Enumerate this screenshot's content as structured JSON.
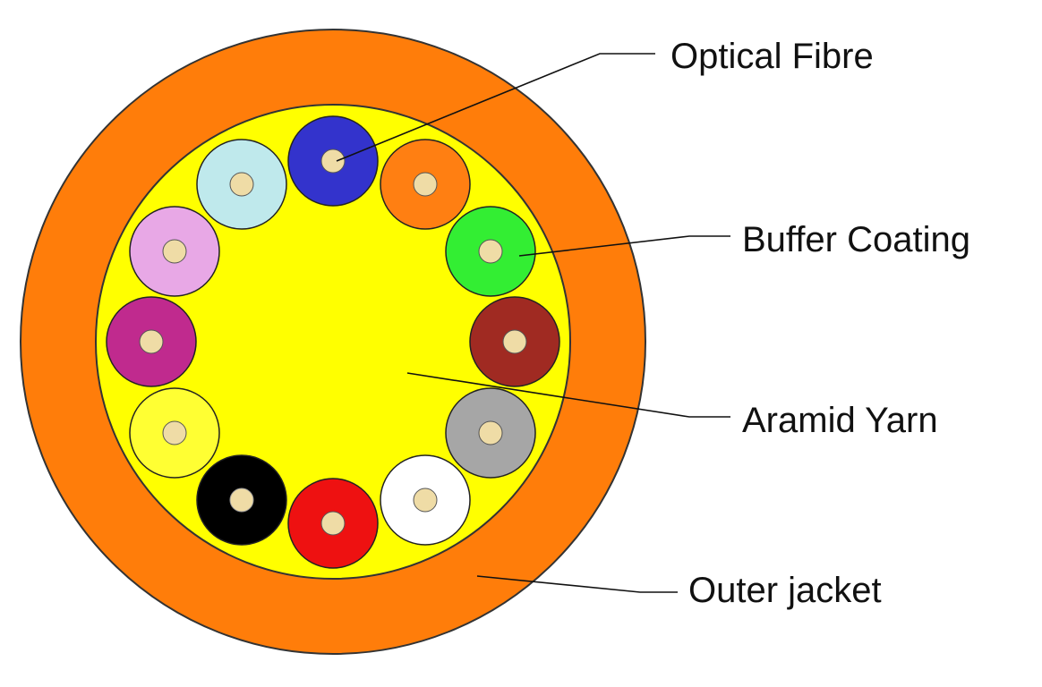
{
  "diagram": {
    "labels": {
      "optical_fibre": "Optical Fibre",
      "buffer_coating": "Buffer Coating",
      "aramid_yarn": "Aramid Yarn",
      "outer_jacket": "Outer jacket"
    },
    "colors": {
      "outer_jacket": "#ff7d0a",
      "aramid_yarn": "#ffff00",
      "fibre_core": "#efdca6",
      "outline": "#222222"
    },
    "fibres": [
      {
        "color_name": "blue",
        "color": "#3333cc"
      },
      {
        "color_name": "orange",
        "color": "#ff7f12"
      },
      {
        "color_name": "green",
        "color": "#33ee33"
      },
      {
        "color_name": "brown",
        "color": "#a02a22"
      },
      {
        "color_name": "grey",
        "color": "#a6a6a6"
      },
      {
        "color_name": "white",
        "color": "#ffffff"
      },
      {
        "color_name": "red",
        "color": "#ee1111"
      },
      {
        "color_name": "black",
        "color": "#000000"
      },
      {
        "color_name": "yellow",
        "color": "#ffff33"
      },
      {
        "color_name": "violet",
        "color": "#c02a8e"
      },
      {
        "color_name": "pink",
        "color": "#e8a8e6"
      },
      {
        "color_name": "aqua",
        "color": "#bfe9ec"
      }
    ]
  }
}
